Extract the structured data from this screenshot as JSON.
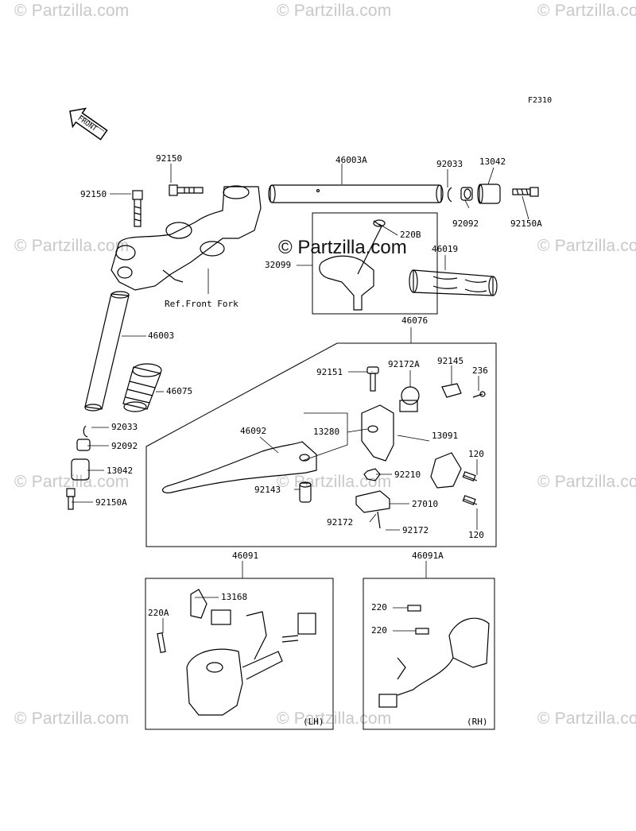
{
  "watermark": "© Partzilla.com",
  "center_watermark": "© Partzilla.com",
  "figure_code": "F2310",
  "front_arrow_label": "FRONT",
  "ref_front_fork": "Ref.Front Fork",
  "box_labels": {
    "lh": "(LH)",
    "rh": "(RH)"
  },
  "parts": {
    "p92150_a": "92150",
    "p92150_b": "92150",
    "p46003A": "46003A",
    "p92033_top": "92033",
    "p13042_top": "13042",
    "p92092_top": "92092",
    "p92150A_top": "92150A",
    "p220B": "220B",
    "p32099": "32099",
    "p46019": "46019",
    "p46003": "46003",
    "p46075": "46075",
    "p46076": "46076",
    "p92033_bot": "92033",
    "p92092_bot": "92092",
    "p13042_bot": "13042",
    "p92150A_bot": "92150A",
    "p92151": "92151",
    "p92172A": "92172A",
    "p92145": "92145",
    "p236": "236",
    "p46092": "46092",
    "p13280": "13280",
    "p13091": "13091",
    "p120_a": "120",
    "p120_b": "120",
    "p92210": "92210",
    "p92143": "92143",
    "p27010": "27010",
    "p92172_a": "92172",
    "p92172_b": "92172",
    "p46091": "46091",
    "p46091A": "46091A",
    "p13168": "13168",
    "p220A": "220A",
    "p220_a": "220",
    "p220_b": "220"
  }
}
